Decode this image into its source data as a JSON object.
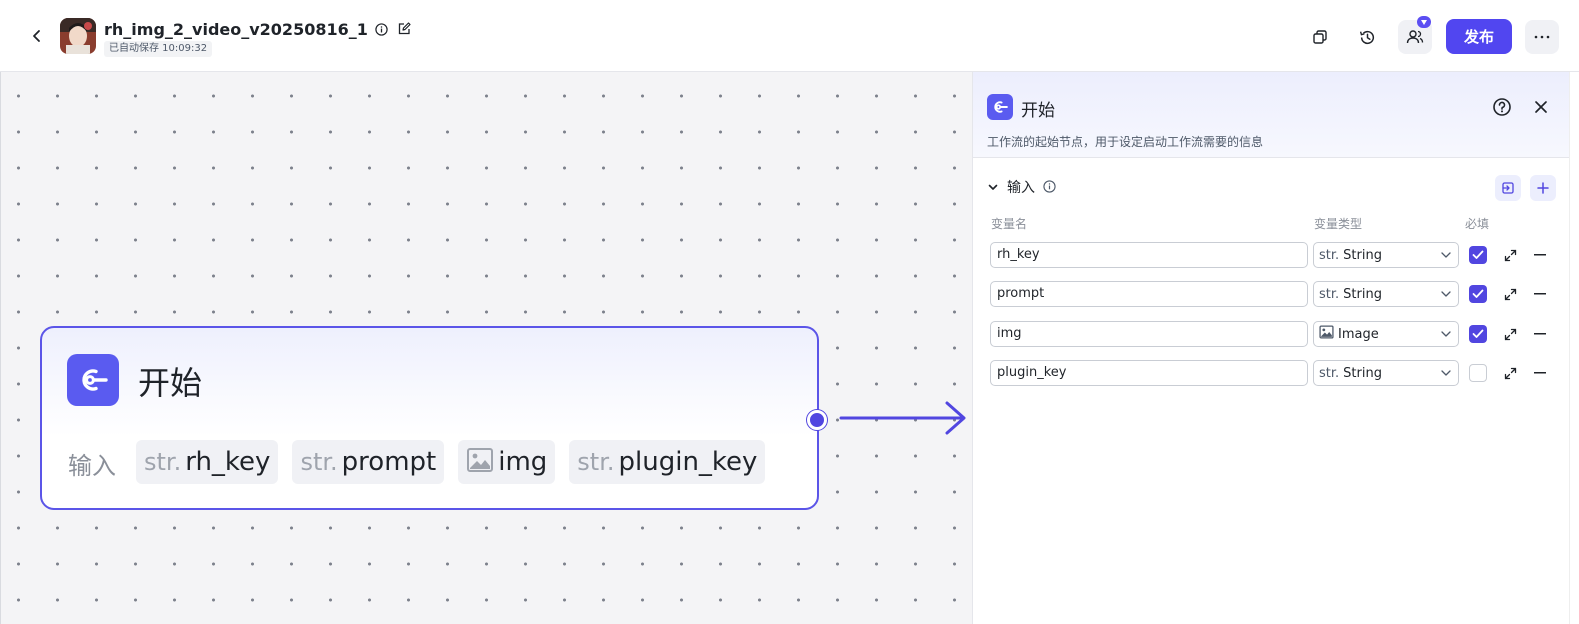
{
  "header": {
    "title": "rh_img_2_video_v20250816_1",
    "autosave": "已自动保存 10:09:32",
    "publish_label": "发布"
  },
  "node": {
    "title": "开始",
    "input_label": "输入",
    "inputs": [
      {
        "type": "str.",
        "name": "rh_key"
      },
      {
        "type": "str.",
        "name": "prompt"
      },
      {
        "type": "image-icon",
        "name": "img"
      },
      {
        "type": "str.",
        "name": "plugin_key"
      }
    ]
  },
  "panel": {
    "title": "开始",
    "description": "工作流的起始节点，用于设定启动工作流需要的信息",
    "section_title": "输入",
    "col_name": "变量名",
    "col_type": "变量类型",
    "col_required": "必填",
    "rows": [
      {
        "name": "rh_key",
        "type_prefix": "str.",
        "type": "String",
        "required": true
      },
      {
        "name": "prompt",
        "type_prefix": "str.",
        "type": "String",
        "required": true
      },
      {
        "name": "img",
        "type_prefix": "image-icon",
        "type": "Image",
        "required": true
      },
      {
        "name": "plugin_key",
        "type_prefix": "str.",
        "type": "String",
        "required": false
      }
    ]
  },
  "colors": {
    "accent": "#5146f0",
    "node_border": "#5b55e8",
    "canvas_bg": "#f4f4f6"
  }
}
